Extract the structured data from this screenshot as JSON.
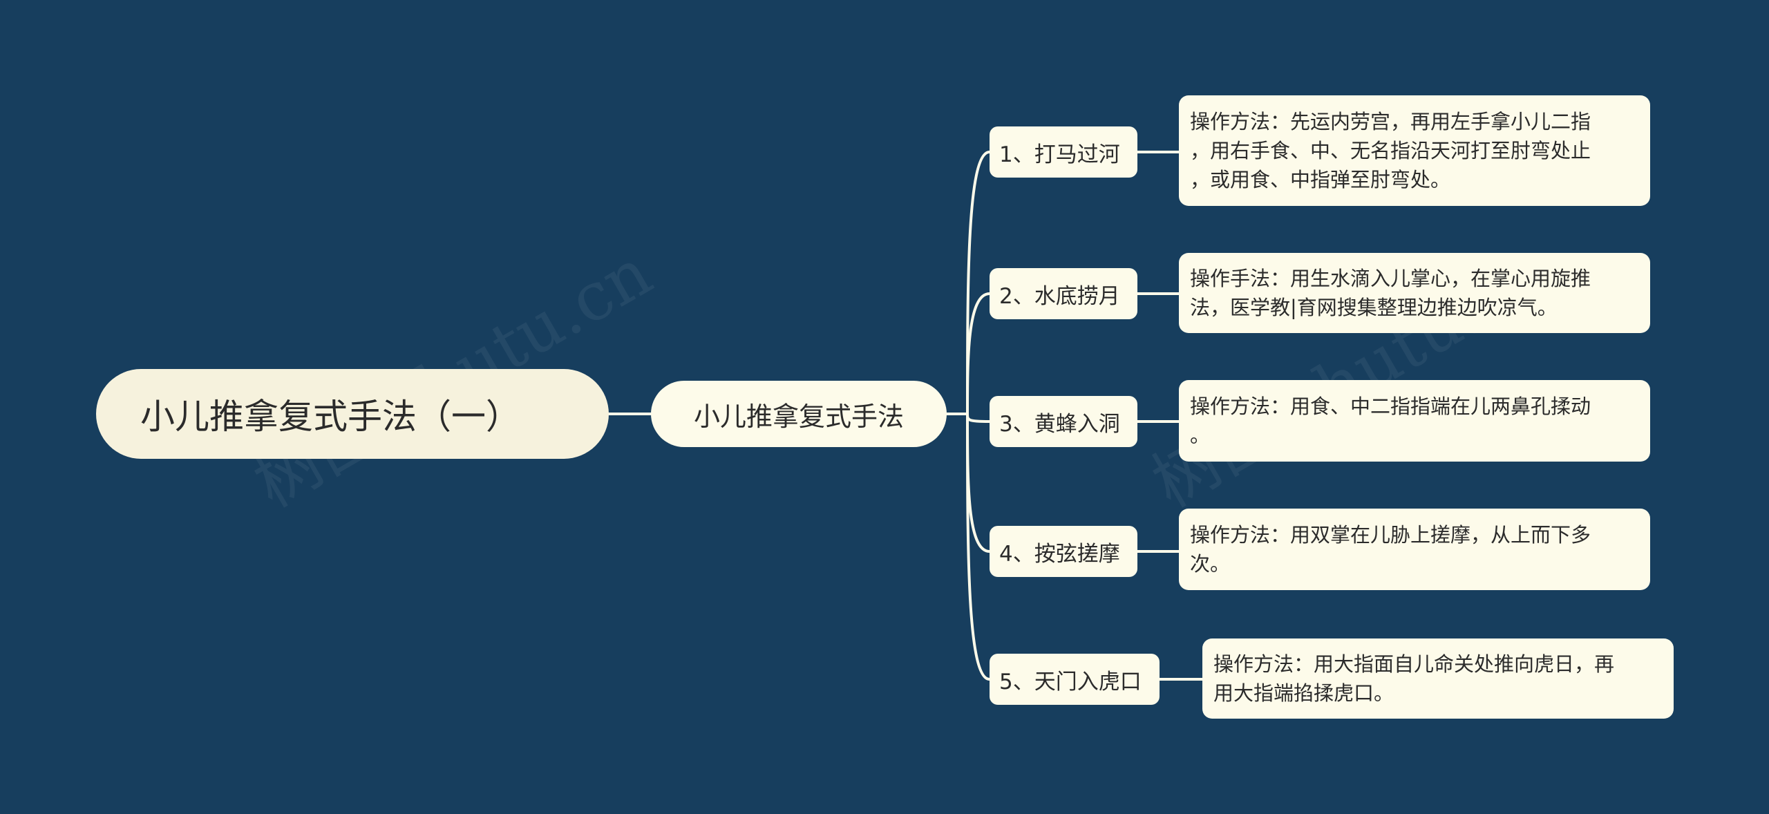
{
  "colors": {
    "background": "#173e5e",
    "node_fill": "#fdfbea",
    "root_fill": "#f6f2dd",
    "connector": "#fdfbea",
    "text": "#2b2b2b"
  },
  "watermark": "树图 shutu.cn",
  "root": {
    "label": "小儿推拿复式手法（一）"
  },
  "center": {
    "label": "小儿推拿复式手法"
  },
  "branches": [
    {
      "label": "1、打马过河",
      "detail": "操作方法：先运内劳宫，再用左手拿小儿二指\n，用右手食、中、无名指沿天河打至肘弯处止\n，或用食、中指弹至肘弯处。"
    },
    {
      "label": "2、水底捞月",
      "detail": "操作手法：用生水滴入儿掌心，在掌心用旋推\n法，医学教|育网搜集整理边推边吹凉气。"
    },
    {
      "label": "3、黄蜂入洞",
      "detail": "操作方法：用食、中二指指端在儿两鼻孔揉动\n。"
    },
    {
      "label": "4、按弦搓摩",
      "detail": "操作方法：用双掌在儿胁上搓摩，从上而下多\n次。"
    },
    {
      "label": "5、天门入虎口",
      "detail": "操作方法：用大指面自儿命关处推向虎日，再\n用大指端掐揉虎口。"
    }
  ]
}
